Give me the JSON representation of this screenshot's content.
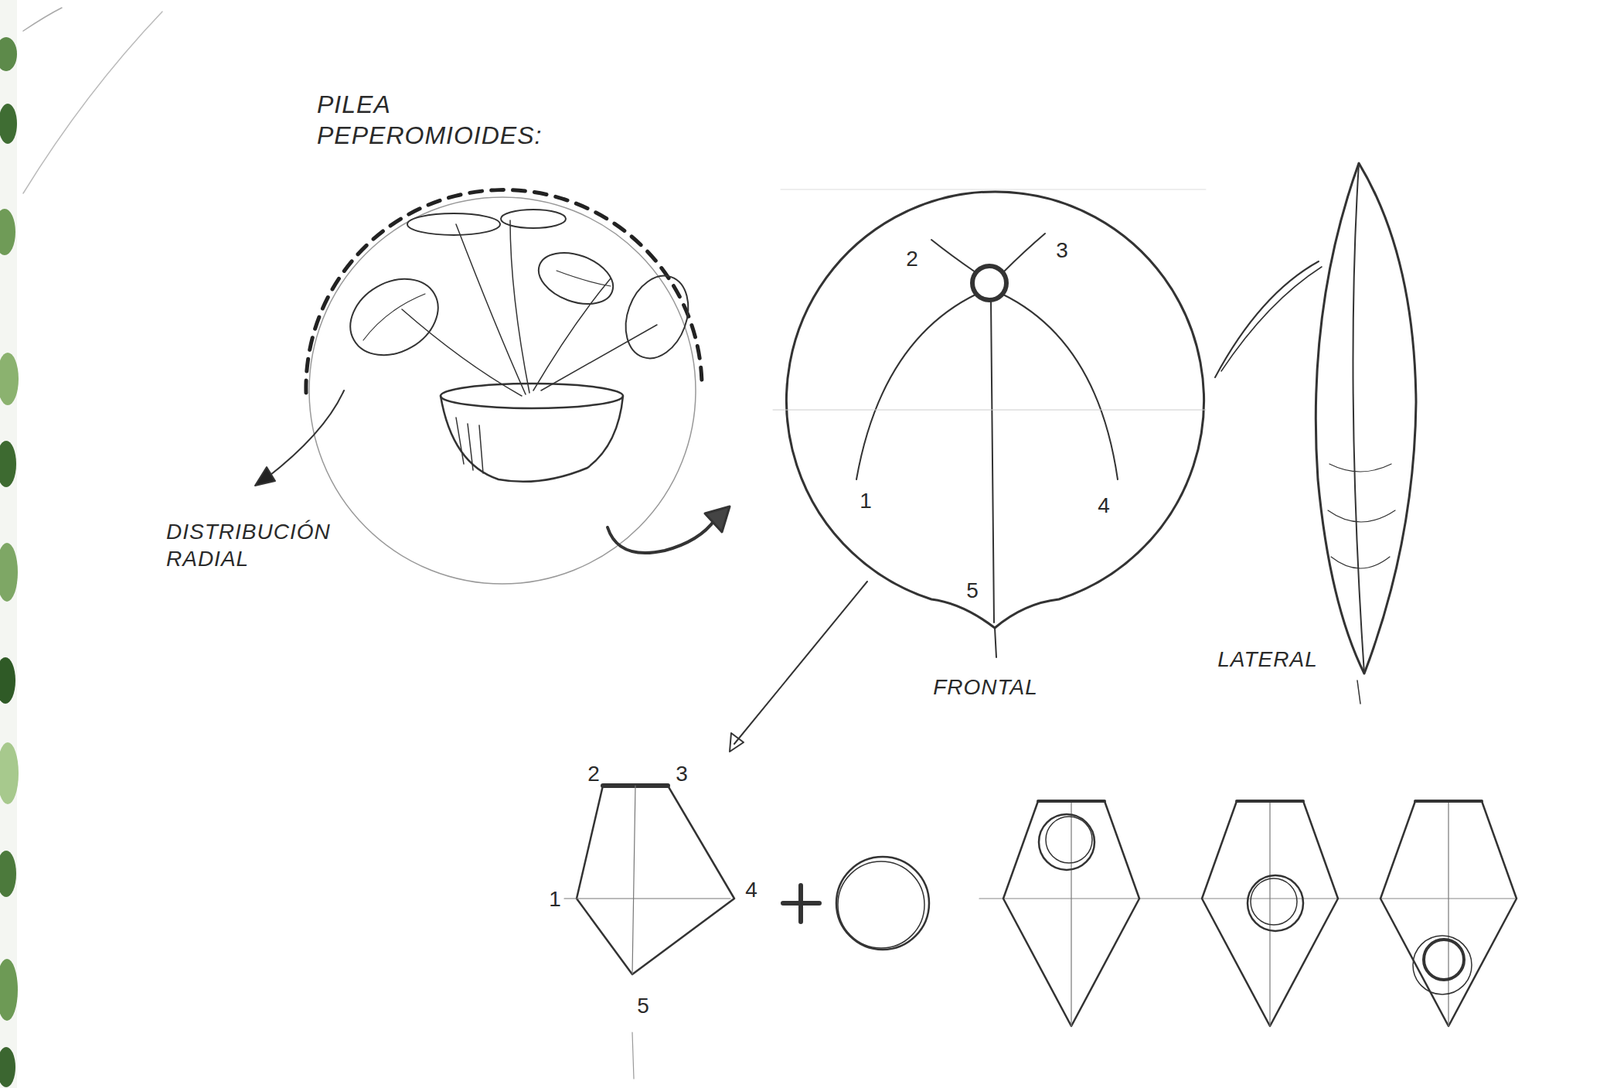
{
  "diagram": {
    "title": "PILEA PEPEROMIOIDES:",
    "labels": [
      "DISTRIBUCIÓN RADIAL",
      "2",
      "3",
      "1",
      "4",
      "5",
      "FRONTAL",
      "LATERAL",
      "2",
      "3",
      "1",
      "4",
      "5"
    ]
  }
}
